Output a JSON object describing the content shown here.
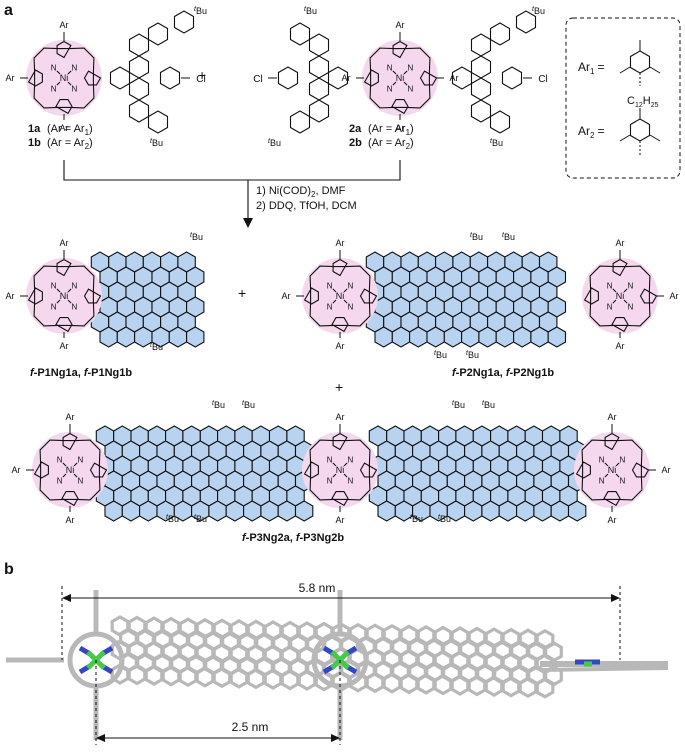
{
  "panels": [
    {
      "label": "a"
    },
    {
      "label": "b"
    }
  ],
  "colors": {
    "porphyrin": "#f6d8ee",
    "graphene": "#b7d3ef",
    "bond": "#111111",
    "nickel": "#45c94b",
    "nitrogen": "#3346c8",
    "crystal_gray": "#b8b8b8"
  },
  "legend": {
    "ar1": "Ar",
    "ar1_sub": "1",
    "ar2": "Ar",
    "ar2_sub": "2",
    "equals": "=",
    "substituent": "C",
    "substituent_sub": "12",
    "substituent_sub2": "H",
    "substituent_sub3": "25"
  },
  "compounds": {
    "c1a": "1a",
    "c1a_note": "(Ar = Ar",
    "c1a_sub": "1",
    "c1b": "1b",
    "c1b_note": "(Ar = Ar",
    "c1b_sub": "2",
    "c2a": "2a",
    "c2a_note": "(Ar = Ar",
    "c2a_sub": "1",
    "c2b": "2b",
    "c2b_note": "(Ar = Ar",
    "c2b_sub": "2",
    "plus": "+",
    "close": ")"
  },
  "atoms": {
    "ar": "Ar",
    "ni": "Ni",
    "n": "N",
    "cl": "Cl",
    "tbu_t": "t",
    "tbu_bu": "Bu"
  },
  "reaction": {
    "step1": "1) Ni(COD)",
    "step1_sub": "2",
    "step1_tail": ", DMF",
    "step2": "2) DDQ, TfOH, DCM"
  },
  "products": {
    "p1_a": "f",
    "p1_b": "-P1Ng1a, ",
    "p1_c": "f",
    "p1_d": "-P1Ng1b",
    "p2_a": "f",
    "p2_b": "-P2Ng1a, ",
    "p2_c": "f",
    "p2_d": "-P2Ng1b",
    "p3_a": "f",
    "p3_b": "-P3Ng2a, ",
    "p3_c": "f",
    "p3_d": "-P3Ng2b"
  },
  "dimensions": {
    "length_long": "5.8 nm",
    "length_short": "2.5 nm"
  }
}
